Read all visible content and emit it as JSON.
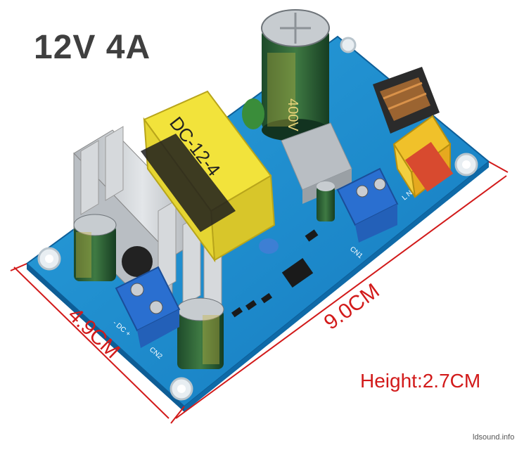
{
  "title": "12V 4A",
  "board_label": "DC-12-4",
  "cap_rating": "400V",
  "dimensions": {
    "length": "9.0CM",
    "width": "4.9CM",
    "height": "Height:2.7CM"
  },
  "silkscreen": {
    "cn1": "CN1",
    "cn2": "CN2",
    "dc_polarity": "- DC +",
    "ac_polarity": "L N"
  },
  "watermark": "ldsound.info",
  "colors": {
    "pcb": "#1f8fd0",
    "dimension": "#d21a1a",
    "transformer": "#f2e33b",
    "terminal": "#2a6fd0",
    "heatsink": "#c9cdd2"
  }
}
